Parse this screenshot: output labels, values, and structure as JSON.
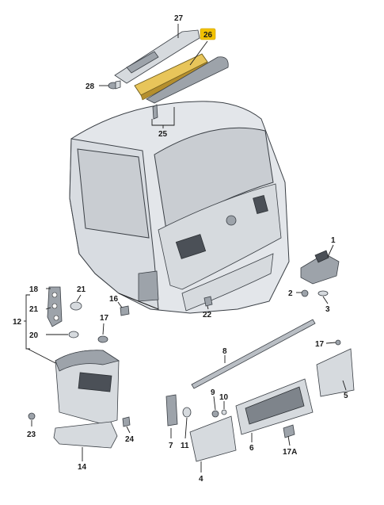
{
  "diagram": {
    "labels": {
      "p1": "1",
      "p2": "2",
      "p3": "3",
      "p4": "4",
      "p5": "5",
      "p6": "6",
      "p7": "7",
      "p8": "8",
      "p9": "9",
      "p10": "10",
      "p11": "11",
      "p12": "12",
      "p14": "14",
      "p16": "16",
      "p17": "17",
      "p17b": "17",
      "p17a": "17A",
      "p18": "18",
      "p20": "20",
      "p21a": "21",
      "p21b": "21",
      "p22": "22",
      "p23": "23",
      "p24": "24",
      "p25": "25",
      "p26": "26",
      "p27": "27",
      "p28": "28"
    },
    "highlight_part": "26",
    "highlight_color": "#f2c200",
    "body_color": "#e3e6ea",
    "glass_color": "#c9cdd2"
  }
}
